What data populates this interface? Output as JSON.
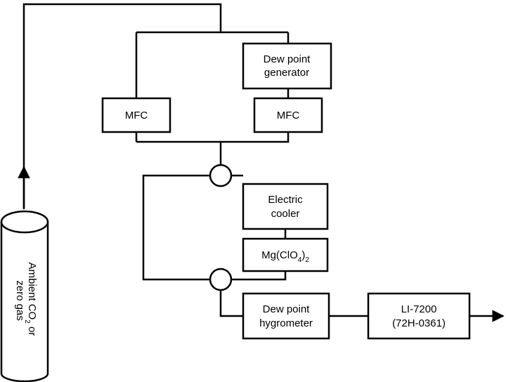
{
  "diagram": {
    "cylinder": {
      "line1_pre": "Ambient CO",
      "line1_sub": "2",
      "line1_post": " or",
      "line2": "zero gas"
    },
    "mfc_left": {
      "label": "MFC"
    },
    "mfc_right": {
      "label": "MFC"
    },
    "dew_point_generator": {
      "line1": "Dew point",
      "line2": "generator"
    },
    "electric_cooler": {
      "line1": "Electric",
      "line2": "cooler"
    },
    "dryer": {
      "pre": "Mg(ClO",
      "sub1": "4",
      "mid": ")",
      "sub2": "2"
    },
    "dew_point_hygrometer": {
      "line1": "Dew point",
      "line2": "hygrometer"
    },
    "analyzer": {
      "line1": "LI-7200",
      "line2": "(72H-0361)"
    }
  }
}
